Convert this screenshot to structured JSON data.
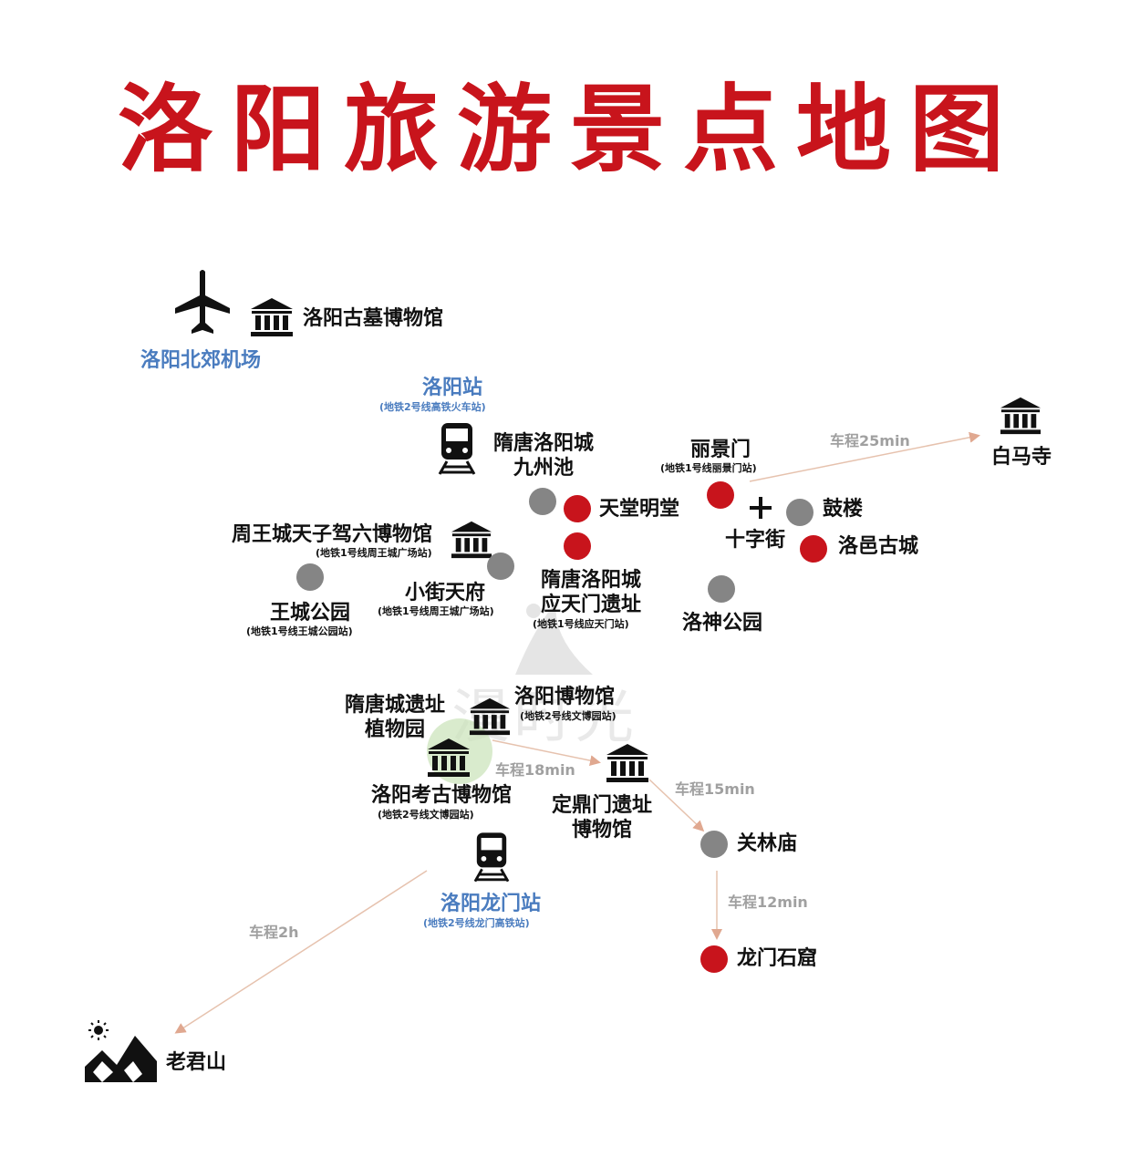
{
  "title": "洛阳旅游景点地图",
  "colors": {
    "accent_red": "#c8141c",
    "gray": "#858585",
    "blue": "#4a7cbf",
    "route": "#e0b8a0"
  },
  "icons": {
    "airport": "airplane-icon",
    "museum": "museum-icon",
    "station": "train-icon",
    "crossroad": "plus-icon",
    "mountain": "mountain-sun-icon"
  },
  "places": {
    "airport": {
      "name": "洛阳北郊机场"
    },
    "tomb_museum": {
      "name": "洛阳古墓博物馆"
    },
    "luoyang_station": {
      "name": "洛阳站",
      "sub": "(地铁2号线高铁火车站)"
    },
    "jiuzhouchi": {
      "name1": "隋唐洛阳城",
      "name2": "九州池"
    },
    "tiantang": {
      "name": "天堂明堂"
    },
    "lijingmen": {
      "name": "丽景门",
      "sub": "(地铁1号线丽景门站)"
    },
    "baimasi": {
      "name": "白马寺"
    },
    "gulou": {
      "name": "鼓楼"
    },
    "shizijie": {
      "name": "十字街"
    },
    "luoyi": {
      "name": "洛邑古城"
    },
    "zhouwangcheng": {
      "name": "周王城天子驾六博物馆",
      "sub": "(地铁1号线周王城广场站)"
    },
    "xiaojie": {
      "name": "小街天府",
      "sub": "(地铁1号线周王城广场站)"
    },
    "yingtianmen": {
      "name1": "隋唐洛阳城",
      "name2": "应天门遗址",
      "sub": "(地铁1号线应天门站)"
    },
    "wangcheng": {
      "name": "王城公园",
      "sub": "(地铁1号线王城公园站)"
    },
    "luoshen": {
      "name": "洛神公园"
    },
    "botanical": {
      "name1": "隋唐城遗址",
      "name2": "植物园"
    },
    "luoyang_museum": {
      "name": "洛阳博物馆",
      "sub": "(地铁2号线文博园站)"
    },
    "archaeology": {
      "name": "洛阳考古博物馆",
      "sub": "(地铁2号线文博园站)"
    },
    "dingdingmen": {
      "name1": "定鼎门遗址",
      "name2": "博物馆"
    },
    "guanlin": {
      "name": "关林庙"
    },
    "longmen_station": {
      "name": "洛阳龙门站",
      "sub": "(地铁2号线龙门高铁站)"
    },
    "longmen_grottoes": {
      "name": "龙门石窟"
    },
    "laojunshan": {
      "name": "老君山"
    }
  },
  "routes": {
    "baimasi": "车程25min",
    "dingdingmen": "车程18min",
    "guanlin": "车程15min",
    "longmen": "车程12min",
    "laojunshan": "车程2h"
  },
  "watermark": "漫时光"
}
